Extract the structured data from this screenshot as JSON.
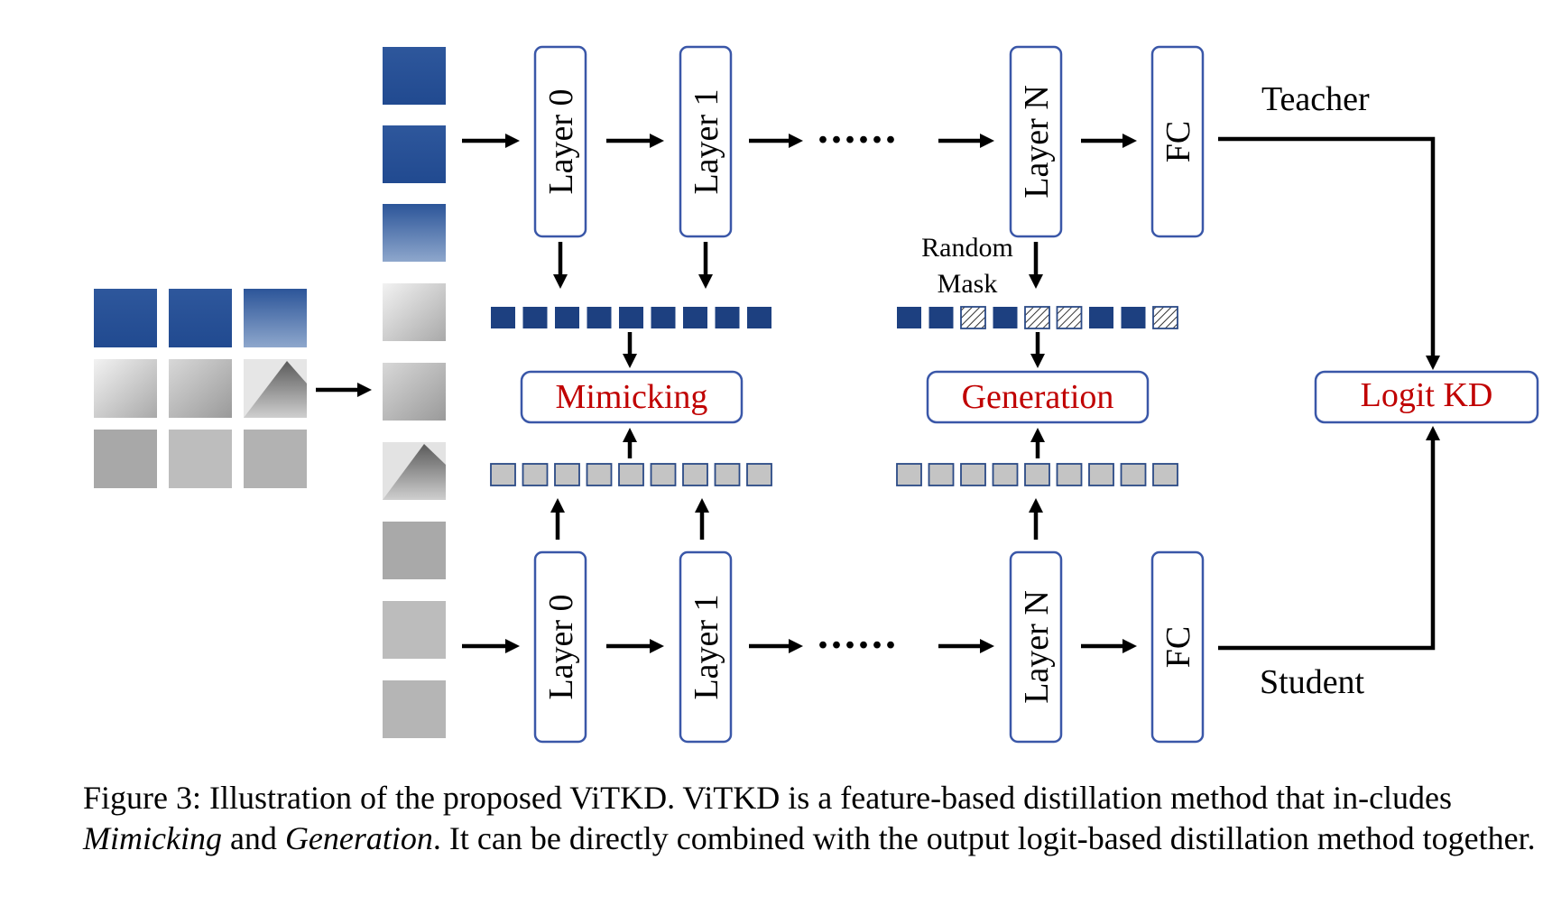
{
  "diagram": {
    "teacher_label": "Teacher",
    "student_label": "Student",
    "teacher_layers": [
      "Layer 0",
      "Layer 1",
      "Layer N",
      "FC"
    ],
    "student_layers": [
      "Layer 0",
      "Layer 1",
      "Layer N",
      "FC"
    ],
    "ellipsis": "......",
    "random_mask_line1": "Random",
    "random_mask_line2": "Mask",
    "mimicking": "Mimicking",
    "generation": "Generation",
    "logit_kd": "Logit KD",
    "mimic_tokens": [
      "dark",
      "dark",
      "dark",
      "dark",
      "dark",
      "dark",
      "dark",
      "dark",
      "dark"
    ],
    "generation_tokens": [
      "dark",
      "dark",
      "masked",
      "dark",
      "masked",
      "masked",
      "dark",
      "dark",
      "masked"
    ],
    "colors": {
      "box_border": "#3a57a8",
      "token_dark": "#1d4080",
      "token_light": "#c4c4c4",
      "highlight_text": "#c00000"
    }
  },
  "caption": {
    "prefix": "Figure 3: Illustration of the proposed ViTKD. ViTKD is a feature-based distillation method that in-cludes ",
    "em1": "Mimicking",
    "mid": " and ",
    "em2": "Generation",
    "suffix": ". It can be directly combined with the output logit-based distillation method together."
  }
}
